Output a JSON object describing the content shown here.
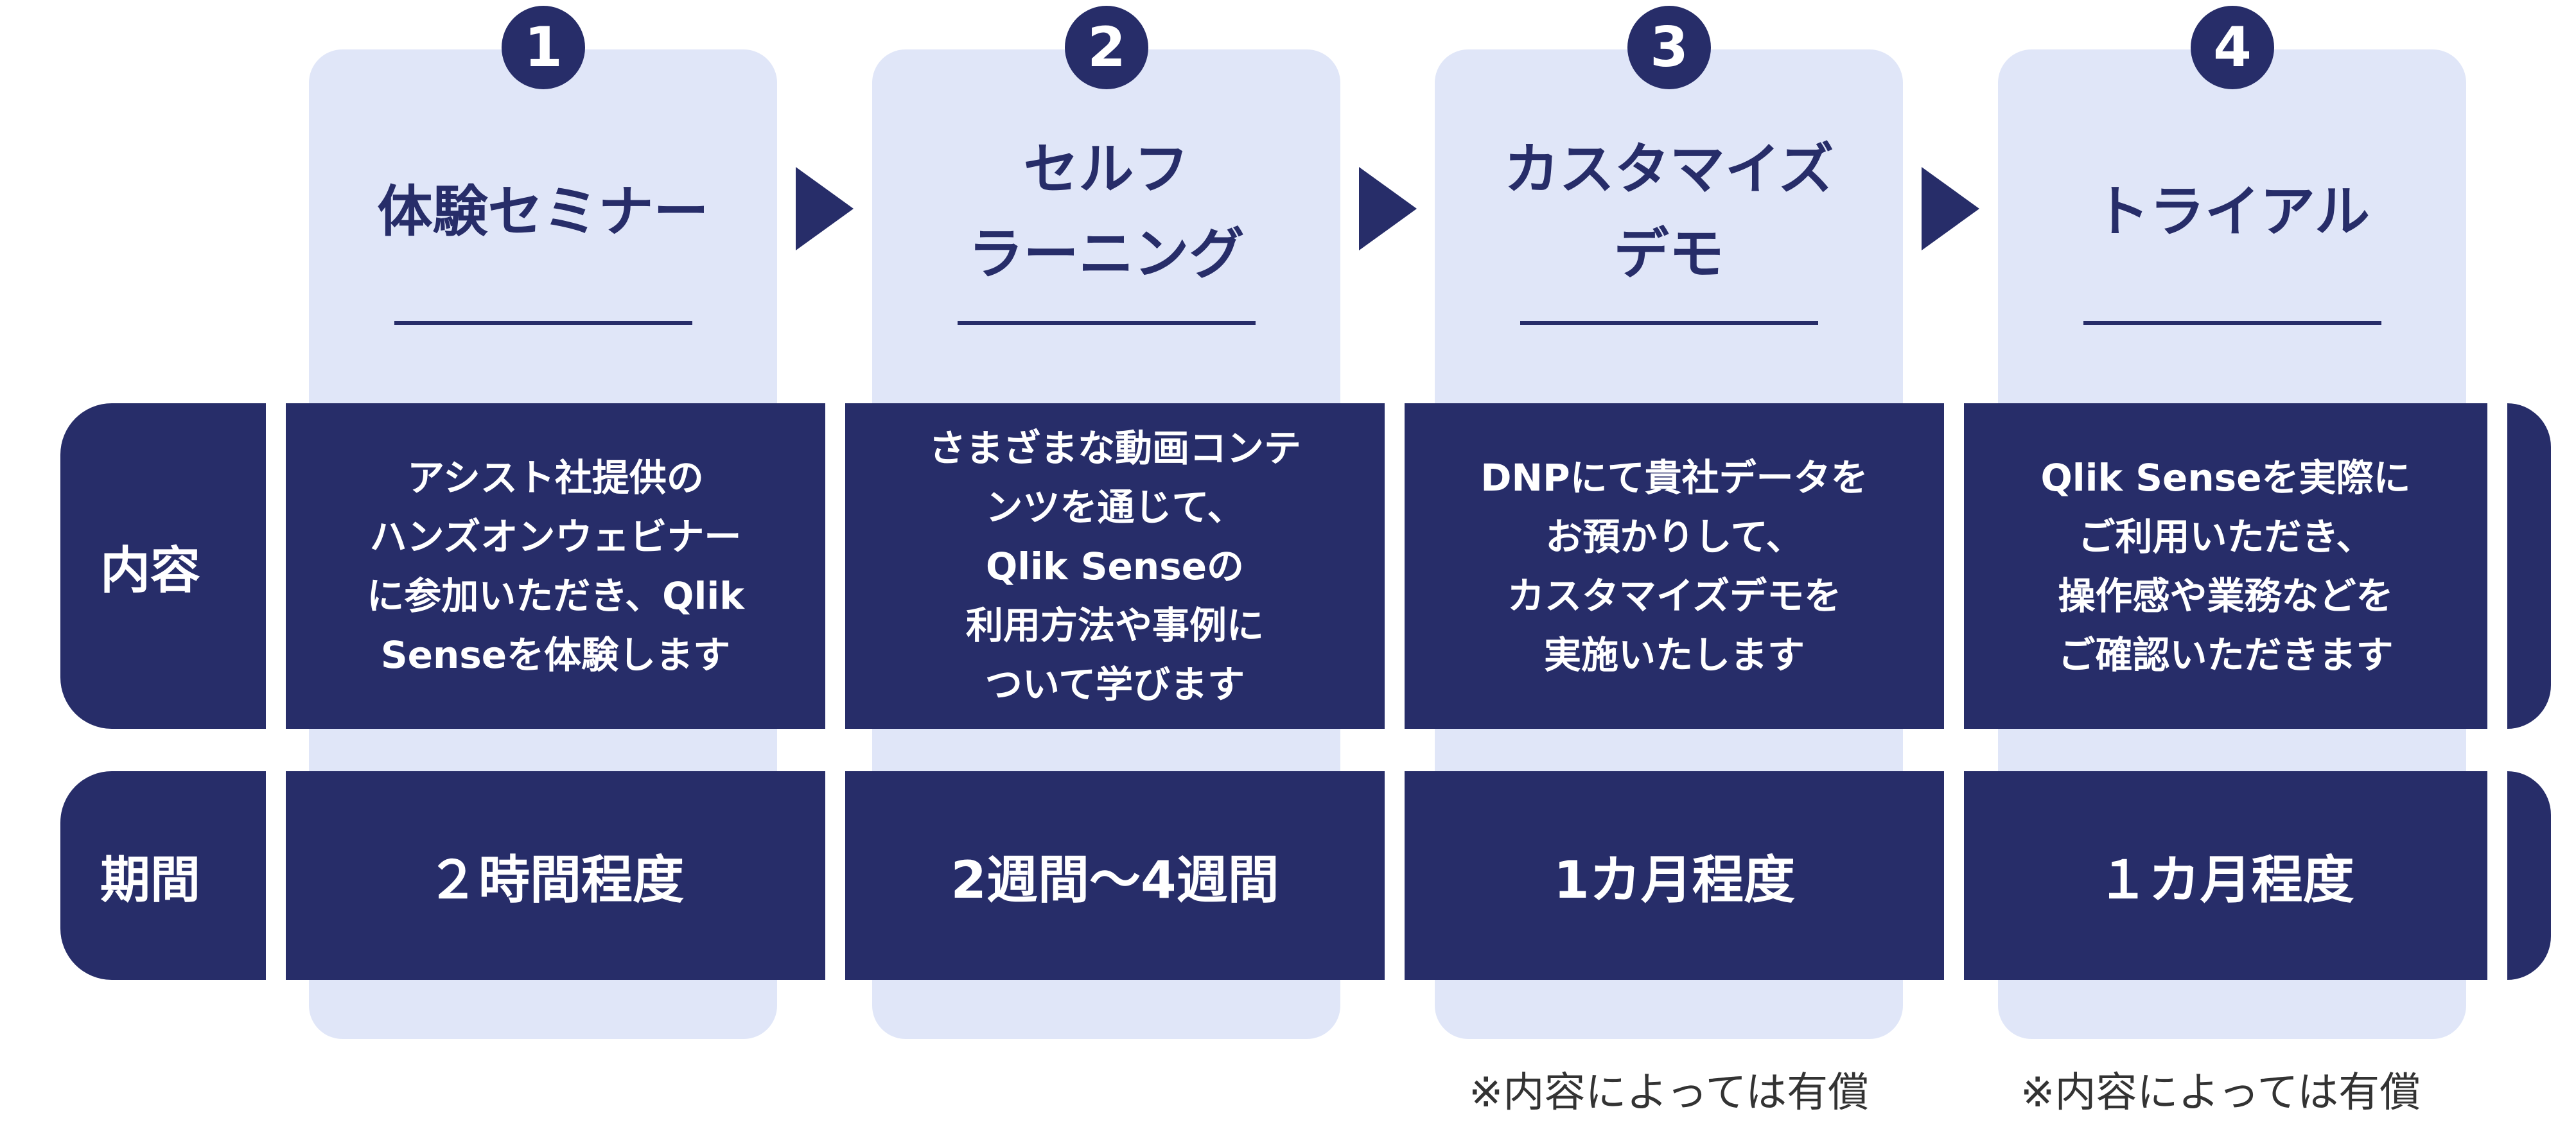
{
  "colors": {
    "navy": "#272D69",
    "card_background": "#E0E6F8",
    "footnote_text": "#333333"
  },
  "row_labels": {
    "content": "内容",
    "period": "期間"
  },
  "steps": [
    {
      "number": "1",
      "title_lines": [
        "体験セミナー"
      ],
      "content_lines": [
        "アシスト社提供の",
        "ハンズオンウェビナー",
        "に参加いただき、Qlik",
        "Senseを体験します"
      ],
      "period": "２時間程度",
      "footnote": ""
    },
    {
      "number": "2",
      "title_lines": [
        "セルフ",
        "ラーニング"
      ],
      "content_lines": [
        "さまざまな動画コンテ",
        "ンツを通じて、",
        "Qlik Senseの",
        "利用方法や事例に",
        "ついて学びます"
      ],
      "period": "2週間～4週間",
      "footnote": ""
    },
    {
      "number": "3",
      "title_lines": [
        "カスタマイズ",
        "デモ"
      ],
      "content_lines": [
        "DNPにて貴社データを",
        "お預かりして、",
        "カスタマイズデモを",
        "実施いたします"
      ],
      "period": "1カ月程度",
      "footnote": "※内容によっては有償"
    },
    {
      "number": "4",
      "title_lines": [
        "トライアル"
      ],
      "content_lines": [
        "Qlik Senseを実際に",
        "ご利用いただき、",
        "操作感や業務などを",
        "ご確認いただきます"
      ],
      "period": "１カ月程度",
      "footnote": "※内容によっては有償"
    }
  ]
}
